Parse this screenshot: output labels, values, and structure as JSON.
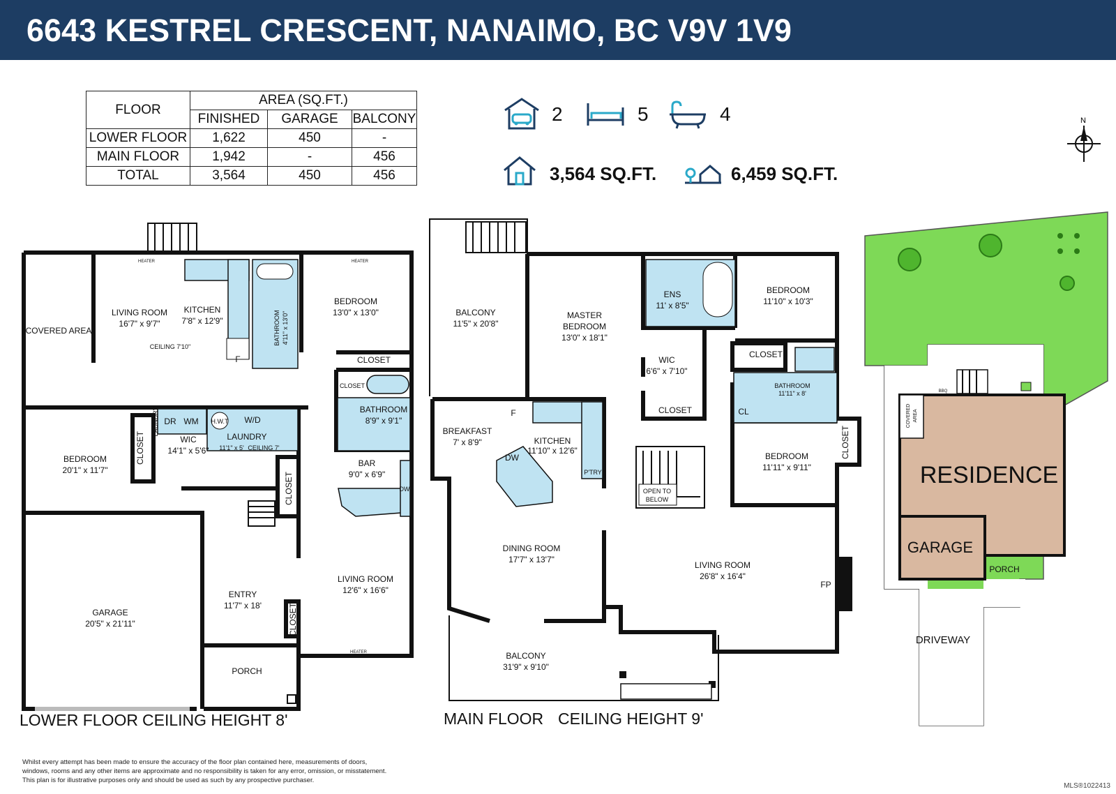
{
  "title": "6643 KESTREL CRESCENT, NANAIMO, BC V9V 1V9",
  "area_table": {
    "floor_header": "FLOOR",
    "area_header": "AREA (SQ.FT.)",
    "columns": [
      "FINISHED",
      "GARAGE",
      "BALCONY"
    ],
    "rows": [
      {
        "floor": "LOWER FLOOR",
        "finished": "1,622",
        "garage": "450",
        "balcony": "-"
      },
      {
        "floor": "MAIN FLOOR",
        "finished": "1,942",
        "garage": "-",
        "balcony": "456"
      },
      {
        "floor": "TOTAL",
        "finished": "3,564",
        "garage": "450",
        "balcony": "456"
      }
    ]
  },
  "stats": {
    "garage_count": "2",
    "bed_count": "5",
    "bath_count": "4",
    "house_area": "3,564 SQ.FT.",
    "lot_area": "6,459 SQ.FT."
  },
  "compass": "N",
  "lower_floor": {
    "label": "LOWER FLOOR",
    "ceiling": "CEILING HEIGHT 8'",
    "rooms": {
      "covered_area": "COVERED AREA",
      "living": "LIVING ROOM",
      "living_dim": "16'7\" x 9'7\"",
      "living_ceiling": "CEILING 7'10\"",
      "kitchen": "KITCHEN",
      "kitchen_dim": "7'8\" x 12'9\"",
      "bathroom": "BATHROOM",
      "bathroom_dim": "4'11\" x 13'0\"",
      "bedroom1": "BEDROOM",
      "bedroom1_dim": "13'0\" x 13'0\"",
      "closet1": "CLOSET",
      "closet2": "CLOSET",
      "bathroom2": "BATHROOM",
      "bathroom2_dim": "8'9\" x 9'1\"",
      "bedroom2": "BEDROOM",
      "bedroom2_dim": "20'1\" x 11'7\"",
      "closet3": "CLOSET",
      "wic": "WIC",
      "wic_dim": "14'1\" x 5'6\"",
      "laundry": "LAUNDRY",
      "laundry_dim": "11'1\" x 5'",
      "laundry_ceiling": "CEILING 7'",
      "laundry_small": "LAUNDRY",
      "dr": "DR",
      "wm": "WM",
      "hwt": "H.W.T",
      "wd": "W/D",
      "fridge": "F",
      "bar": "BAR",
      "bar_dim": "9'0\" x 6'9\"",
      "dw": "DW",
      "closet4": "CLOSET",
      "living2": "LIVING ROOM",
      "living2_dim": "12'6\" x 16'6\"",
      "garage": "GARAGE",
      "garage_dim": "20'5\" x 21'11\"",
      "entry": "ENTRY",
      "entry_dim": "11'7\" x 18'",
      "closet5": "CLOSET",
      "porch": "PORCH",
      "heater": "HEATER"
    }
  },
  "main_floor": {
    "label": "MAIN FLOOR",
    "ceiling": "CEILING HEIGHT 9'",
    "rooms": {
      "balcony1": "BALCONY",
      "balcony1_dim": "11'5\" x 20'8\"",
      "master": "MASTER",
      "master2": "BEDROOM",
      "master_dim": "13'0\" x 18'1\"",
      "ens": "ENS",
      "ens_dim": "11' x 8'5\"",
      "wic": "WIC",
      "wic_dim": "6'6\" x 7'10\"",
      "closet1": "CLOSET",
      "bedroom1": "BEDROOM",
      "bedroom1_dim": "11'10\" x 10'3\"",
      "closet2": "CLOSET",
      "bathroom": "BATHROOM",
      "bathroom_dim": "11'11\" x 8'",
      "cl": "CL",
      "closet3": "CLOSET",
      "bedroom2": "BEDROOM",
      "bedroom2_dim": "11'11\" x 9'11\"",
      "breakfast": "BREAKFAST",
      "breakfast_dim": "7' x 8'9\"",
      "fridge": "F",
      "kitchen": "KITCHEN",
      "kitchen_dim": "11'10\" x 12'6\"",
      "dw": "DW",
      "pantry": "P'TRY",
      "open1": "OPEN TO",
      "open2": "BELOW",
      "dining": "DINING ROOM",
      "dining_dim": "17'7\" x 13'7\"",
      "living": "LIVING ROOM",
      "living_dim": "26'8\" x 16'4\"",
      "fp": "FP",
      "balcony2": "BALCONY",
      "balcony2_dim": "31'9\" x 9'10\""
    }
  },
  "site": {
    "residence": "RESIDENCE",
    "garage": "GARAGE",
    "porch": "PORCH",
    "driveway": "DRIVEWAY",
    "covered1": "COVERED",
    "covered2": "AREA",
    "bbq": "BBQ"
  },
  "disclaimer": [
    "Whilst every attempt has been made to ensure the accuracy of the floor plan contained here, measurements of doors,",
    "windows, rooms and any other items are approximate and no responsibility is taken for any error, omission, or misstatement.",
    "This plan is for illustrative purposes only and should be used as such by any prospective purchaser."
  ],
  "mls": "MLS®1022413",
  "colors": {
    "banner": "#1d3d63",
    "wet_area": "#bfe3f2",
    "lawn": "#7ed957",
    "residence": "#d9b8a0",
    "wall": "#111111"
  }
}
